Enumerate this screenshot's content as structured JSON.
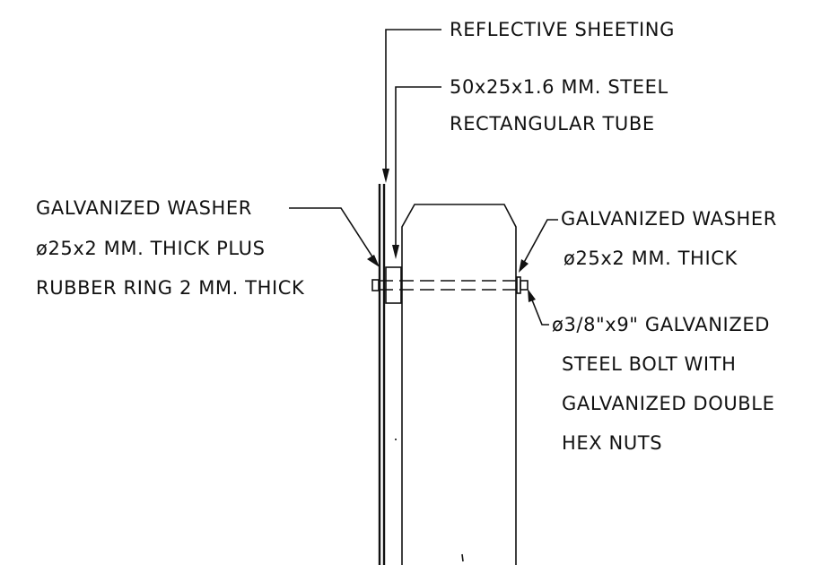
{
  "labels": {
    "reflective_sheeting": "REFLECTIVE SHEETING",
    "tube_line1": "50x25x1.6 MM. STEEL",
    "tube_line2": "RECTANGULAR TUBE",
    "washer_left_line1": "GALVANIZED WASHER",
    "washer_left_line2": "ø25x2 MM. THICK PLUS",
    "washer_left_line3": "RUBBER RING 2 MM. THICK",
    "washer_right_line1": "GALVANIZED WASHER",
    "washer_right_line2": "ø25x2 MM. THICK",
    "bolt_line1": "ø3/8\"x9\" GALVANIZED",
    "bolt_line2": "STEEL BOLT WITH",
    "bolt_line3": "GALVANIZED DOUBLE",
    "bolt_line4": "HEX NUTS"
  }
}
